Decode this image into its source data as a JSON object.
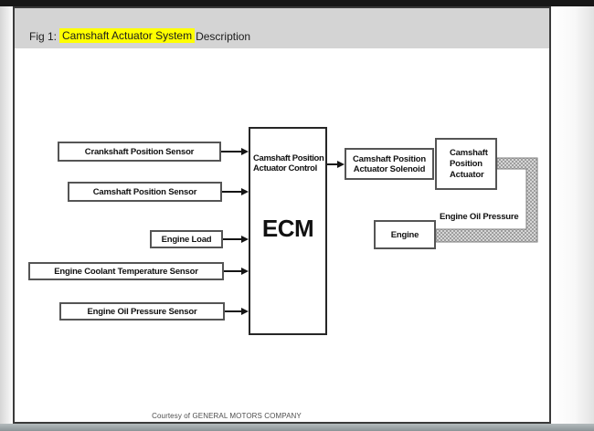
{
  "header": {
    "prefix": "Fig 1:",
    "highlight": "Camshaft Actuator System",
    "suffix": "Description",
    "highlight_color": "#ffff00"
  },
  "footer": {
    "courtesy": "Courtesy of GENERAL MOTORS COMPANY"
  },
  "diagram": {
    "inputs": [
      {
        "label": "Crankshaft Position Sensor"
      },
      {
        "label": "Camshaft Position Sensor"
      },
      {
        "label": "Engine Load"
      },
      {
        "label": "Engine Coolant Temperature Sensor"
      },
      {
        "label": "Engine Oil Pressure Sensor"
      }
    ],
    "ecm": {
      "control_line1": "Camshaft Position",
      "control_line2": "Actuator Control",
      "name": "ECM"
    },
    "solenoid": {
      "line1": "Camshaft Position",
      "line2": "Actuator Solenoid"
    },
    "actuator": {
      "line1": "Camshaft",
      "line2": "Position",
      "line3": "Actuator"
    },
    "engine": {
      "label": "Engine"
    },
    "oil_pressure_label": "Engine Oil Pressure",
    "colors": {
      "box_border": "#555555",
      "ecm_border": "#262626",
      "pipe_fill": "#d6d6d6",
      "pipe_dot": "#9e9e9e",
      "titlebar": "#d4d4d4"
    }
  }
}
